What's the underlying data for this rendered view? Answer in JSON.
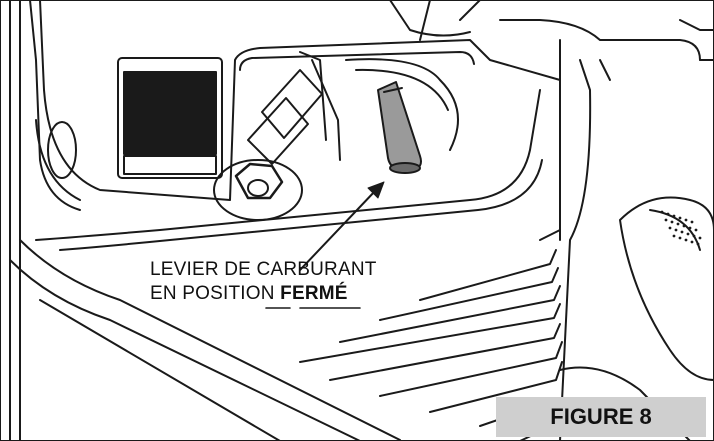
{
  "callout": {
    "line1": "LEVIER DE CARBURANT",
    "line2_prefix": "EN POSITION ",
    "line2_emphasis": "FERMÉ"
  },
  "figure_label": "FIGURE 8",
  "colors": {
    "line": "#1a1a1a",
    "lever": "#9a9a9a",
    "badge": "#cfcfcf"
  }
}
